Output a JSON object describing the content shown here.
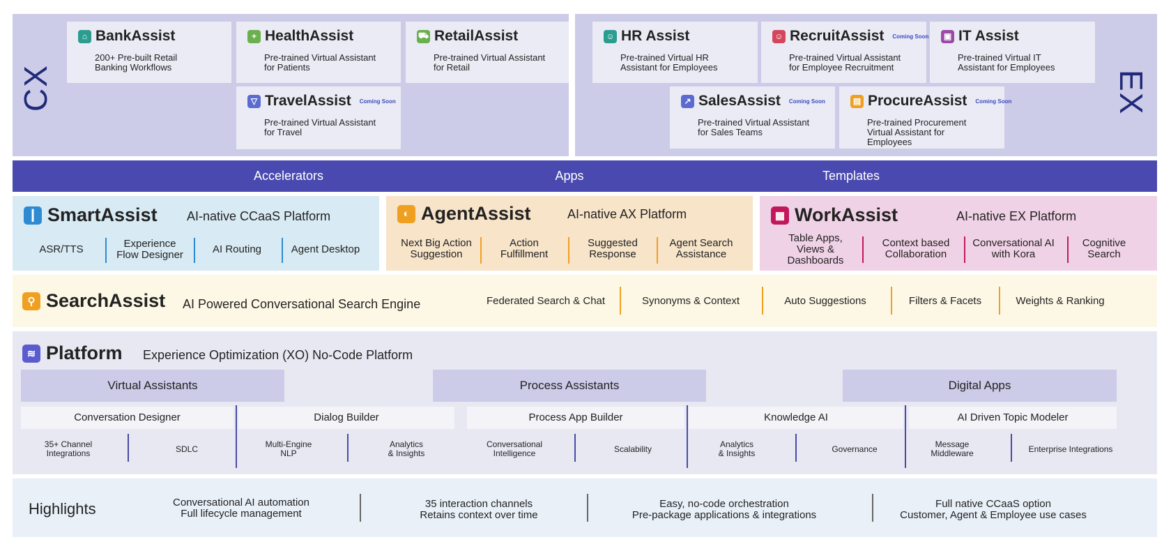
{
  "cx": {
    "label": "CX",
    "cards": [
      {
        "title": "BankAssist",
        "desc_1": "200+ Pre-built Retail",
        "desc_2": "Banking Workflows",
        "soon": ""
      },
      {
        "title": "HealthAssist",
        "desc_1": "Pre-trained Virtual Assistant",
        "desc_2": "for Patients",
        "soon": ""
      },
      {
        "title": "RetailAssist",
        "desc_1": "Pre-trained Virtual Assistant",
        "desc_2": "for Retail",
        "soon": ""
      },
      {
        "title": "TravelAssist",
        "desc_1": "Pre-trained Virtual Assistant",
        "desc_2": "for Travel",
        "soon": "Coming Soon"
      }
    ]
  },
  "ex": {
    "label": "EX",
    "cards": [
      {
        "title": "HR Assist",
        "desc_1": "Pre-trained Virtual HR",
        "desc_2": "Assistant for Employees",
        "soon": ""
      },
      {
        "title": "RecruitAssist",
        "desc_1": "Pre-trained Virtual Assistant",
        "desc_2": "for Employee Recruitment",
        "soon": "Coming Soon"
      },
      {
        "title": "IT Assist",
        "desc_1": "Pre-trained Virtual IT",
        "desc_2": "Assistant for Employees",
        "soon": ""
      },
      {
        "title": "SalesAssist",
        "desc_1": "Pre-trained Virtual Assistant",
        "desc_2": "for Sales Teams",
        "soon": "Coming Soon"
      },
      {
        "title": "ProcureAssist",
        "desc_1": "Pre-trained Procurement",
        "desc_2": "Virtual Assistant for",
        "desc_3": "Employees",
        "soon": "Coming Soon"
      }
    ]
  },
  "band": {
    "accelerators": "Accelerators",
    "apps": "Apps",
    "templates": "Templates"
  },
  "smartassist": {
    "title": "SmartAssist",
    "subtitle": "AI-native CCaaS Platform",
    "features": [
      {
        "l1": "ASR/TTS",
        "l2": ""
      },
      {
        "l1": "Experience",
        "l2": "Flow Designer"
      },
      {
        "l1": "AI Routing",
        "l2": ""
      },
      {
        "l1": "Agent Desktop",
        "l2": ""
      }
    ]
  },
  "agentassist": {
    "title": "AgentAssist",
    "subtitle": "AI-native AX Platform",
    "features": [
      {
        "l1": "Next Big Action",
        "l2": "Suggestion"
      },
      {
        "l1": "Action",
        "l2": "Fulfillment"
      },
      {
        "l1": "Suggested",
        "l2": "Response"
      },
      {
        "l1": "Agent Search",
        "l2": "Assistance"
      }
    ]
  },
  "workassist": {
    "title": "WorkAssist",
    "subtitle": "AI-native EX Platform",
    "features": [
      {
        "l1": "Table Apps,",
        "l2": "Views &",
        "l3": "Dashboards"
      },
      {
        "l1": "Context based",
        "l2": "Collaboration"
      },
      {
        "l1": "Conversational AI",
        "l2": "with Kora"
      },
      {
        "l1": "Cognitive",
        "l2": "Search"
      }
    ]
  },
  "searchassist": {
    "title": "SearchAssist",
    "subtitle": "AI Powered Conversational Search Engine",
    "features": [
      "Federated Search & Chat",
      "Synonyms & Context",
      "Auto Suggestions",
      "Filters & Facets",
      "Weights & Ranking"
    ]
  },
  "platform": {
    "title": "Platform",
    "subtitle": "Experience Optimization (XO) No-Code Platform",
    "groups": [
      "Virtual Assistants",
      "Process Assistants",
      "Digital Apps"
    ],
    "builders": [
      "Conversation Designer",
      "Dialog Builder",
      "Process App Builder",
      "Knowledge AI",
      "AI Driven Topic Modeler"
    ],
    "items": [
      {
        "l1": "35+ Channel",
        "l2": "Integrations"
      },
      {
        "l1": "SDLC",
        "l2": ""
      },
      {
        "l1": "Multi-Engine",
        "l2": "NLP"
      },
      {
        "l1": "Analytics",
        "l2": "& Insights"
      },
      {
        "l1": "Conversational",
        "l2": "Intelligence"
      },
      {
        "l1": "Scalability",
        "l2": ""
      },
      {
        "l1": "Analytics",
        "l2": "& Insights"
      },
      {
        "l1": "Governance",
        "l2": ""
      },
      {
        "l1": "Message",
        "l2": "Middleware"
      },
      {
        "l1": "Enterprise Integrations",
        "l2": ""
      }
    ]
  },
  "highlights": {
    "label": "Highlights",
    "items": [
      {
        "l1": "Conversational AI automation",
        "l2": "Full lifecycle management"
      },
      {
        "l1": "35 interaction channels",
        "l2": "Retains context over time"
      },
      {
        "l1": "Easy, no-code orchestration",
        "l2": "Pre-package applications & integrations"
      },
      {
        "l1": "Full native CCaaS option",
        "l2": "Customer, Agent & Employee use cases"
      }
    ]
  },
  "colors": {
    "band": "#4949b0",
    "cx_panel": "#cccbe8",
    "smartassist_bg": "#d8eaf4",
    "agentassist_bg": "#f7e4c9",
    "workassist_bg": "#f0d2e6",
    "searchassist_bg": "#fdf8e6",
    "platform_bg": "#e8e8f3",
    "highlights_bg": "#e9f0f8"
  },
  "icons": {
    "bankassist": "bank-icon",
    "healthassist": "plus-icon",
    "retailassist": "cart-icon",
    "travelassist": "plane-icon",
    "hrassist": "people-icon",
    "recruitassist": "person-add-icon",
    "itassist": "laptop-icon",
    "salesassist": "chart-icon",
    "procureassist": "box-icon",
    "smartassist": "waveform-icon",
    "agentassist": "headset-icon",
    "workassist": "grid-icon",
    "searchassist": "search-icon",
    "platform": "layers-icon"
  }
}
